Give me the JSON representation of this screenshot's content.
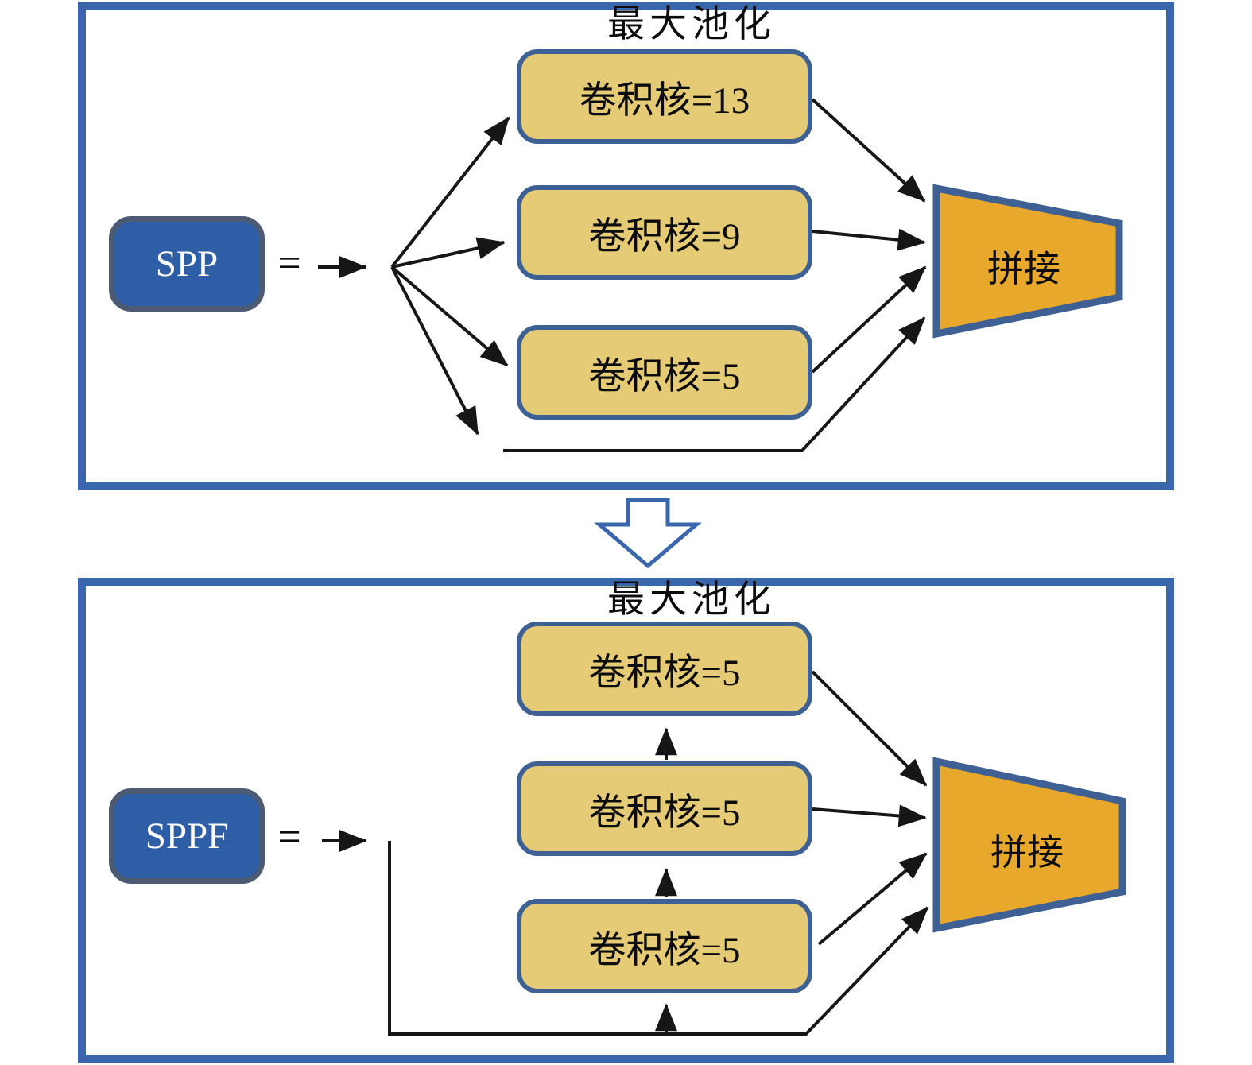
{
  "colors": {
    "panel_border": "#3A67AC",
    "node_blue_fill": "#2E5EA6",
    "node_blue_rim": "#4C5B73",
    "node_yellow_fill": "#E5CB76",
    "node_yellow_border": "#3E6093",
    "merge_orange_fill": "#E7A82B",
    "line": "#161616",
    "text": "#111111"
  },
  "top_panel": {
    "title": "最大池化",
    "source": "SPP",
    "equals": "=",
    "branches": [
      "卷积核=13",
      "卷积核=9",
      "卷积核=5"
    ],
    "merge": "拼接"
  },
  "bottom_panel": {
    "title": "最大池化",
    "source": "SPPF",
    "equals": "=",
    "branches": [
      "卷积核=5",
      "卷积核=5",
      "卷积核=5"
    ],
    "merge": "拼接"
  }
}
